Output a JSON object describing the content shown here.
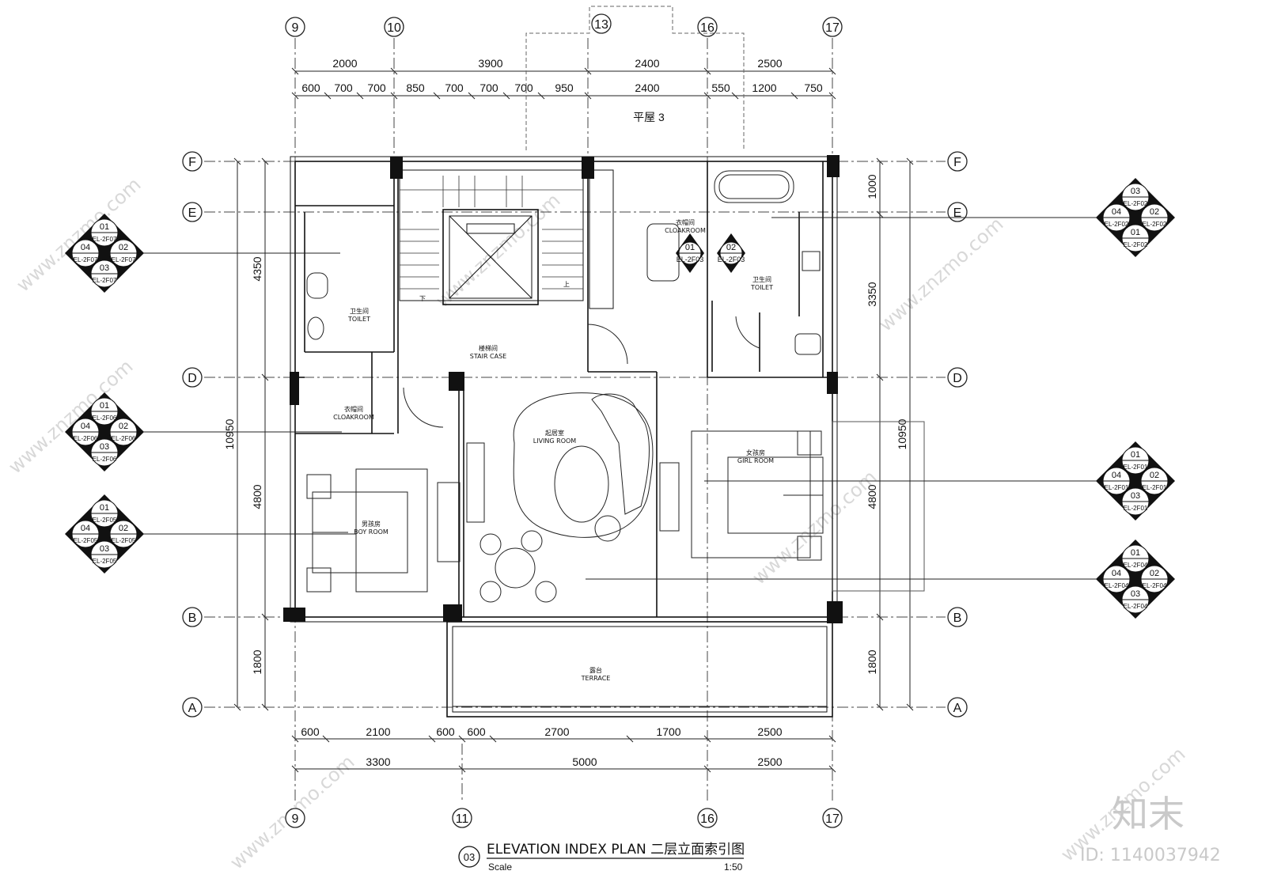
{
  "plan": {
    "top_level": "平屋 3",
    "grid_cols_top": [
      "9",
      "10",
      "13",
      "16",
      "17"
    ],
    "grid_cols_bottom": [
      "9",
      "11",
      "16",
      "17"
    ],
    "grid_rows": [
      "F",
      "E",
      "D",
      "B",
      "A"
    ],
    "top_dims_outer": [
      "2000",
      "3900",
      "2400",
      "2500"
    ],
    "top_dims_inner": [
      "600",
      "700",
      "700",
      "850",
      "700",
      "700",
      "700",
      "950",
      "2400",
      "550",
      "1200",
      "750"
    ],
    "bottom_dims_inner": [
      "600",
      "2100",
      "600",
      "600",
      "2700",
      "1700",
      "2500"
    ],
    "bottom_dims_outer": [
      "3300",
      "5000",
      "2500"
    ],
    "left_dims": [
      "4350",
      "4800",
      "1800"
    ],
    "left_total": "10950",
    "right_dims": [
      "1000",
      "3350",
      "4800",
      "1800"
    ],
    "right_total": "10950",
    "stair_up": "上",
    "stair_down": "下"
  },
  "rooms": [
    {
      "cn": "卫生间",
      "en": "TOILET"
    },
    {
      "cn": "楼梯间",
      "en": "STAIR CASE"
    },
    {
      "cn": "衣帽间",
      "en": "CLOAKROOM"
    },
    {
      "cn": "衣帽间",
      "en": "CLOAKROOM"
    },
    {
      "cn": "卫生间",
      "en": "TOILET"
    },
    {
      "cn": "起居室",
      "en": "LIVING ROOM"
    },
    {
      "cn": "女孩房",
      "en": "GIRL ROOM"
    },
    {
      "cn": "男孩房",
      "en": "BOY ROOM"
    },
    {
      "cn": "露台",
      "en": "TERRACE"
    }
  ],
  "index_markers": [
    {
      "n": [
        "01",
        "02",
        "03",
        "04"
      ],
      "codes": [
        "EL-2F07",
        "EL-2F07",
        "EL-2F07",
        "EL-2F07"
      ]
    },
    {
      "n": [
        "01",
        "02",
        "03",
        "04"
      ],
      "codes": [
        "EL-2F06",
        "EL-2F06",
        "EL-2F06",
        "EL-2F06"
      ]
    },
    {
      "n": [
        "01",
        "02",
        "03",
        "04"
      ],
      "codes": [
        "EL-2F05",
        "EL-2F05",
        "EL-2F05",
        "EL-2F05"
      ]
    },
    {
      "n": [
        "03",
        "02",
        "01",
        "04"
      ],
      "codes": [
        "EL-2F02",
        "EL-2F02",
        "EL-2F02",
        "EL-2F02"
      ]
    },
    {
      "n": [
        "01",
        "02",
        "03",
        "04"
      ],
      "codes": [
        "EL-2F01",
        "EL-2F01",
        "EL-2F01",
        "EL-2F01"
      ]
    },
    {
      "n": [
        "01",
        "02",
        "03",
        "04"
      ],
      "codes": [
        "EL-2F04",
        "EL-2F04",
        "EL-2F04",
        "EL-2F04"
      ]
    }
  ],
  "cloak_markers": [
    {
      "n": "01",
      "code": "EL-2F03"
    },
    {
      "n": "02",
      "code": "EL-2F03"
    }
  ],
  "title": {
    "number": "03",
    "text": "ELEVATION  INDEX PLAN  二层立面索引图",
    "scale_label": "Scale",
    "scale_value": "1:50"
  },
  "watermark": {
    "url": "www.znzmo.com",
    "brand": "知末",
    "id": "ID: 1140037942"
  }
}
